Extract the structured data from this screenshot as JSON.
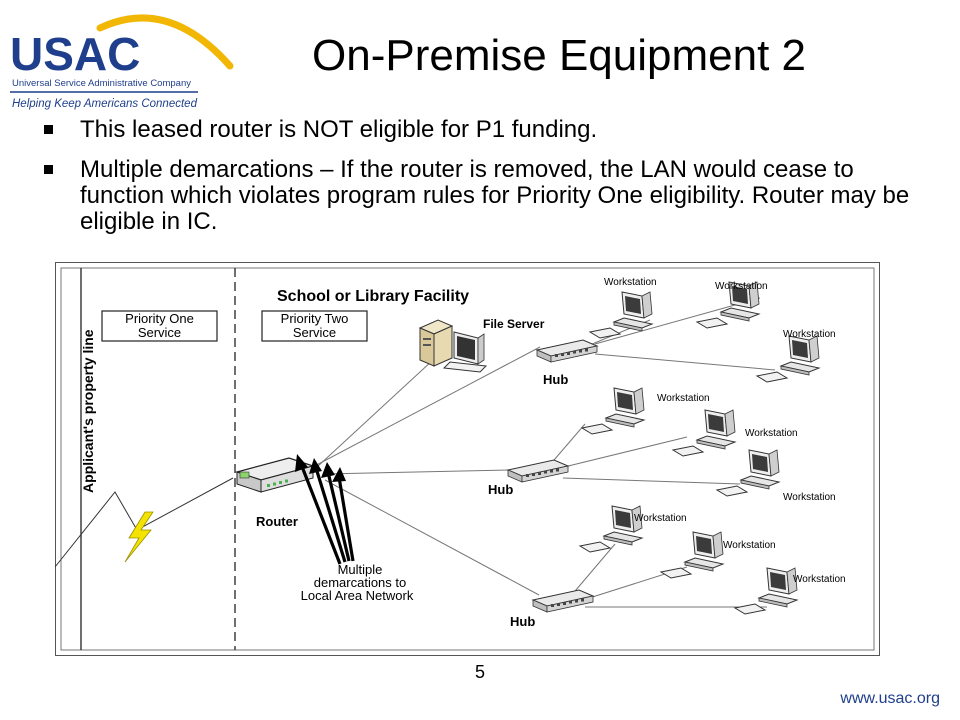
{
  "slide": {
    "title": "On-Premise Equipment 2",
    "page_number": "5",
    "url": "www.usac.org"
  },
  "logo": {
    "wordmark": "USAC",
    "company": "Universal Service Administrative Company",
    "tagline": "Helping Keep Americans Connected"
  },
  "bullets": [
    "This leased router is NOT eligible for P1 funding.",
    "Multiple demarcations – If the router is removed, the LAN would cease to function which violates program rules for Priority One eligibility.  Router may be eligible in IC."
  ],
  "diagram": {
    "facility_label": "School or Library Facility",
    "priority_one": [
      "Priority One",
      "Service"
    ],
    "priority_two": [
      "Priority Two",
      "Service"
    ],
    "property_line": "Applicant's property line",
    "file_server": "File Server",
    "router": "Router",
    "hubs": [
      "Hub",
      "Hub",
      "Hub"
    ],
    "workstation": "Workstation",
    "demarcation_note": [
      "Multiple",
      "demarcations to",
      "Local Area Network"
    ]
  },
  "colors": {
    "logo_blue": "#1f3f8c",
    "logo_gold": "#f2b705",
    "lightning": "#f4e200"
  }
}
